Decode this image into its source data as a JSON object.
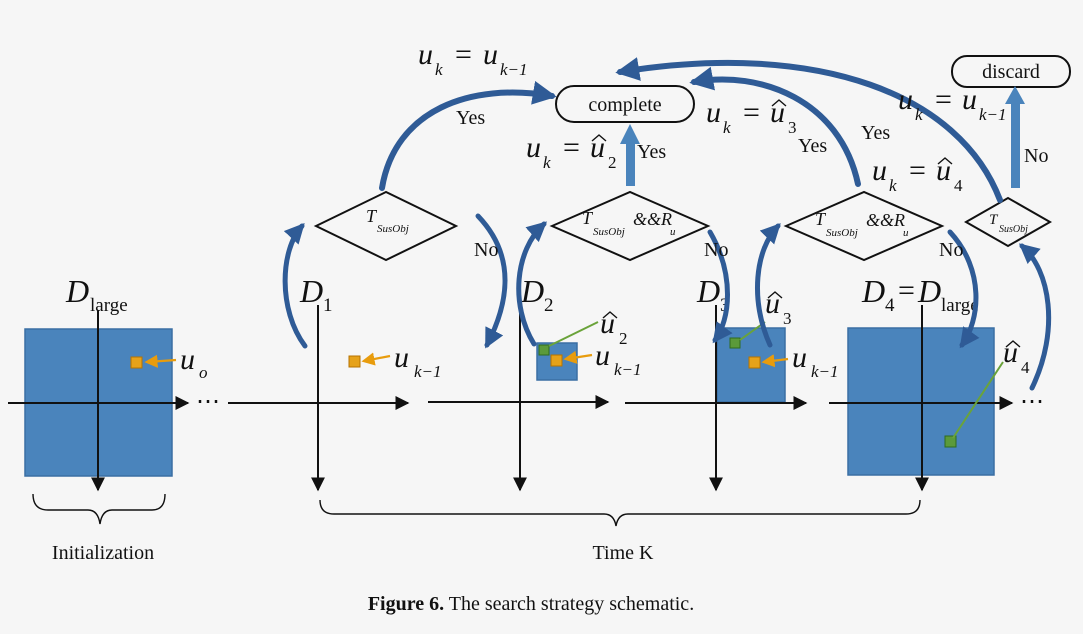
{
  "colors": {
    "region_fill": "#4a84bc",
    "region_stroke": "#3a6fa3",
    "curve_arrow": "#2f5b96",
    "orange": "#e89c0d",
    "orange_fill": "#e6a21a",
    "green": "#6aa33a",
    "green_fill": "#5b9a3a",
    "line": "#111111"
  },
  "terminals": {
    "complete": "complete",
    "discard": "discard"
  },
  "decisions": {
    "d1_main": "T",
    "d1_sub": "SusObj",
    "d2_main": "T",
    "d2_sub": "SusObj",
    "d2_op": "&&R",
    "d2_op_sub": "u",
    "d3_main": "T",
    "d3_sub": "SusObj",
    "d3_op": "&&R",
    "d3_op_sub": "u",
    "d4_main": "T",
    "d4_sub": "SusObj"
  },
  "branch_labels": {
    "yes": "Yes",
    "no": "No"
  },
  "equations": {
    "u": "u",
    "k": "k",
    "eq": "=",
    "prev_sub": "k−1",
    "hat2": "2",
    "hat3": "3",
    "hat4": "4"
  },
  "region_labels": {
    "D": "D",
    "large": "large",
    "one": "1",
    "two": "2",
    "three": "3",
    "four": "4",
    "eq": "="
  },
  "points": {
    "u0_sub": "o",
    "ellipsis": "⋯"
  },
  "braces": {
    "initialization": "Initialization",
    "time": "Time K"
  },
  "caption": {
    "label": "Figure 6.",
    "text": " The search strategy schematic."
  }
}
